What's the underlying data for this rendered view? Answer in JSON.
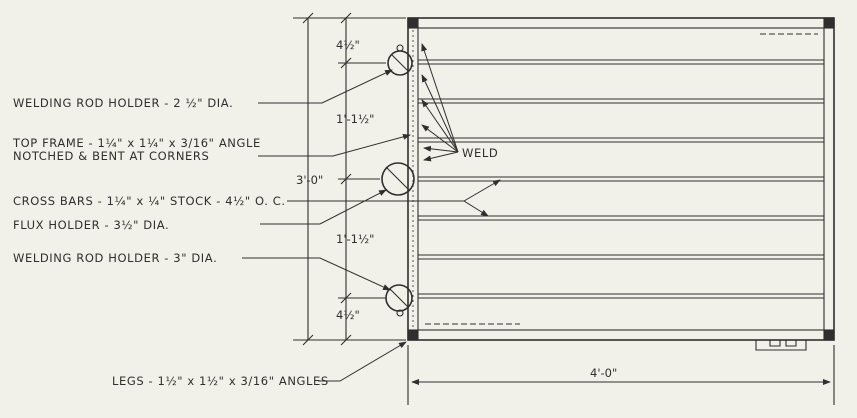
{
  "labels": {
    "welding_rod_holder_top": "WELDING ROD HOLDER - 2 ½\" DIA.",
    "top_frame_line1": "TOP FRAME - 1¼\" x 1¼\" x 3/16\" ANGLE",
    "top_frame_line2": "NOTCHED & BENT AT CORNERS",
    "weld": "WELD",
    "cross_bars": "CROSS BARS - 1¼\" x ¼\" STOCK - 4½\" O. C.",
    "flux_holder": "FLUX HOLDER - 3½\" DIA.",
    "welding_rod_holder_bottom": "WELDING ROD HOLDER - 3\" DIA.",
    "legs": "LEGS - 1½\" x 1½\" x 3/16\" ANGLES"
  },
  "dimensions": {
    "top_offset": "4½\"",
    "upper_span": "1'-1½\"",
    "total_height": "3'-0\"",
    "lower_span": "1'-1½\"",
    "bottom_offset": "4½\"",
    "total_width": "4'-0\""
  },
  "colors": {
    "paper": "#f1f0e9",
    "ink": "#2f2f2f"
  }
}
